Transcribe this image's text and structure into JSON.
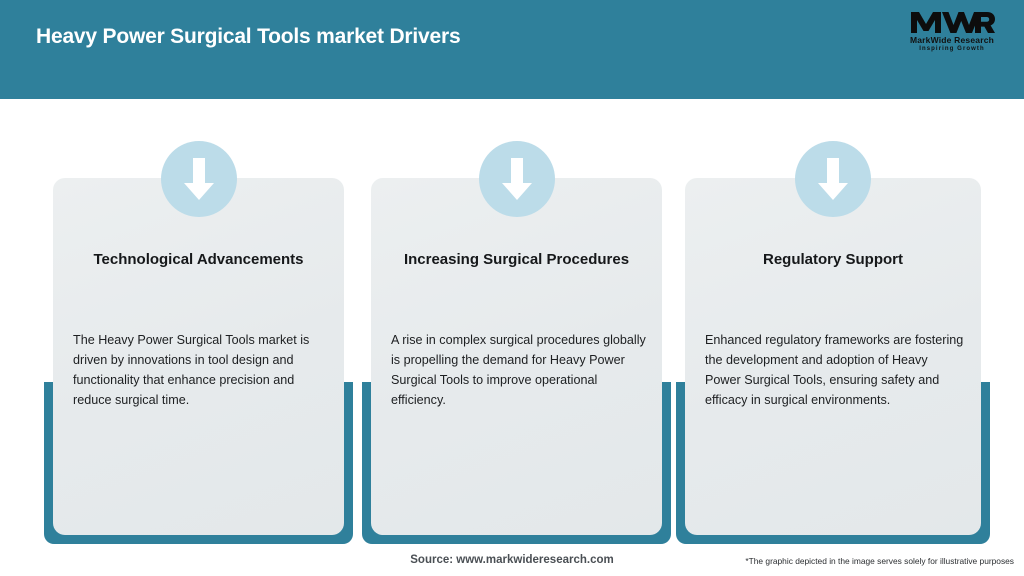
{
  "header": {
    "title": "Heavy Power Surgical Tools market Drivers",
    "background_color": "#2F809B",
    "title_color": "#FFFFFF"
  },
  "logo": {
    "mark": "MWR",
    "name": "MarkWide Research",
    "tagline": "Inspiring Growth"
  },
  "colors": {
    "accent_teal": "#2F809B",
    "icon_circle": "#BCDCE9",
    "card_background": "#E8ECEE",
    "arrow": "#FFFFFF"
  },
  "cards": [
    {
      "icon": "arrow-down-icon",
      "heading": "Technological Advancements",
      "body": "The Heavy Power Surgical Tools market is driven by innovations in tool design and functionality that enhance precision and reduce surgical time."
    },
    {
      "icon": "arrow-down-icon",
      "heading": "Increasing Surgical Procedures",
      "body": "A rise in complex surgical procedures globally is propelling the demand for Heavy Power Surgical Tools to improve operational efficiency."
    },
    {
      "icon": "arrow-down-icon",
      "heading": "Regulatory Support",
      "body": "Enhanced regulatory frameworks are fostering the development and adoption of Heavy Power Surgical Tools, ensuring safety and efficacy in surgical environments."
    }
  ],
  "footer": {
    "source": "Source: www.markwideresearch.com",
    "disclaimer": "*The graphic depicted in the image serves solely for illustrative purposes"
  }
}
